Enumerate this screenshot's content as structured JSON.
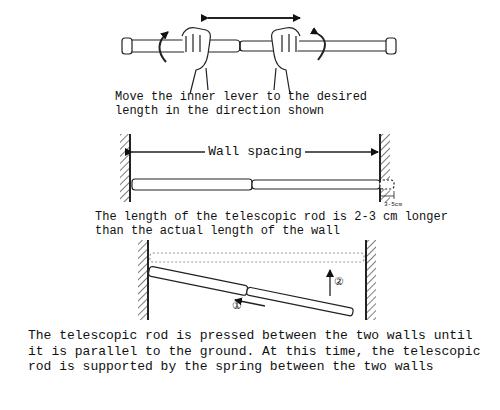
{
  "diagram": {
    "labels": [
      "Move the inner lever to the desired length in the direction shown",
      "Wall spacing",
      "3-5cm",
      "The length of the telescopic rod is 2-3 cm longer than the actual length of the wall",
      "①",
      "②",
      "The telescopic rod is pressed between the two walls until it is parallel to the ground. At this time, the telescopic rod is supported by the spring between the two walls"
    ]
  }
}
